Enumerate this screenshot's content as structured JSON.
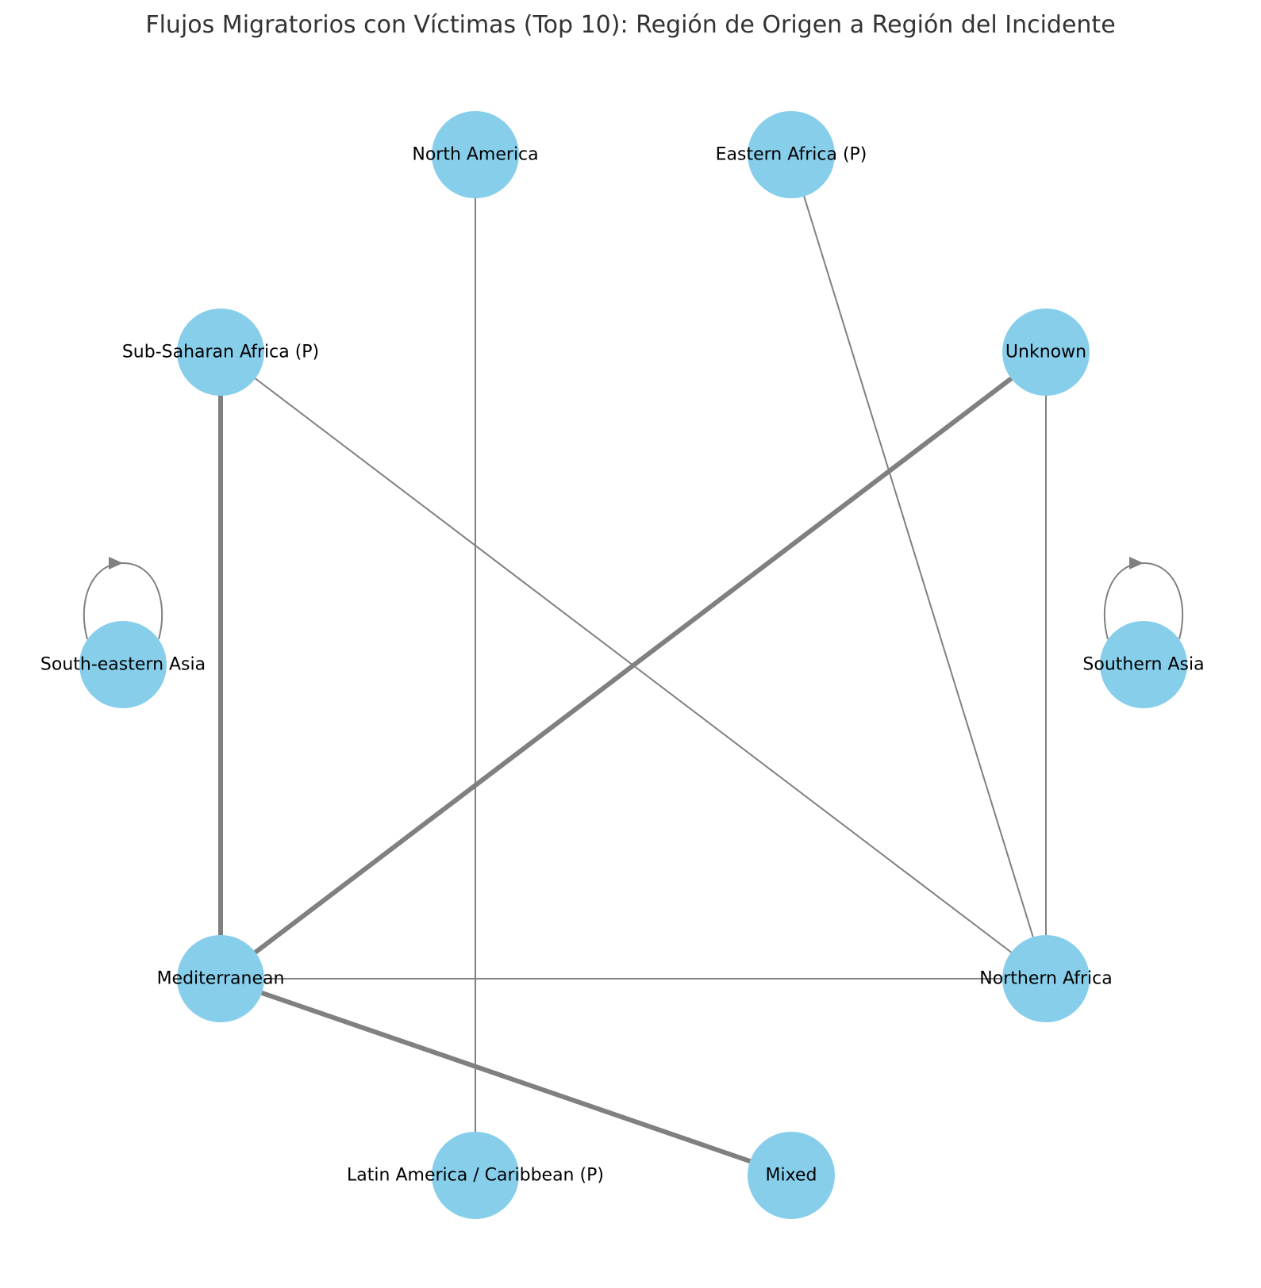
{
  "title": "Flujos Migratorios con Víctimas (Top 10): Región de Origen a Región del Incidente",
  "colors": {
    "node": "#87CEEB",
    "edge": "#808080",
    "title": "#333333",
    "label": "#000000"
  },
  "nodes": [
    {
      "id": "north-america",
      "label": "North America"
    },
    {
      "id": "eastern-africa",
      "label": "Eastern Africa (P)"
    },
    {
      "id": "sub-saharan-africa",
      "label": "Sub-Saharan Africa (P)"
    },
    {
      "id": "unknown",
      "label": "Unknown"
    },
    {
      "id": "south-eastern-asia",
      "label": "South-eastern Asia"
    },
    {
      "id": "southern-asia",
      "label": "Southern Asia"
    },
    {
      "id": "mediterranean",
      "label": "Mediterranean"
    },
    {
      "id": "northern-africa",
      "label": "Northern Africa"
    },
    {
      "id": "latin-america",
      "label": "Latin America / Caribbean (P)"
    },
    {
      "id": "mixed",
      "label": "Mixed"
    }
  ],
  "edges": [
    {
      "source": "north-america",
      "target": "latin-america",
      "weight": "light"
    },
    {
      "source": "eastern-africa",
      "target": "northern-africa",
      "weight": "light"
    },
    {
      "source": "sub-saharan-africa",
      "target": "northern-africa",
      "weight": "light"
    },
    {
      "source": "sub-saharan-africa",
      "target": "mediterranean",
      "weight": "heavy"
    },
    {
      "source": "unknown",
      "target": "mediterranean",
      "weight": "heavy"
    },
    {
      "source": "unknown",
      "target": "northern-africa",
      "weight": "light"
    },
    {
      "source": "mediterranean",
      "target": "northern-africa",
      "weight": "light"
    },
    {
      "source": "mediterranean",
      "target": "mixed",
      "weight": "heavy"
    },
    {
      "source": "south-eastern-asia",
      "target": "south-eastern-asia",
      "weight": "light"
    },
    {
      "source": "southern-asia",
      "target": "southern-asia",
      "weight": "light"
    }
  ]
}
